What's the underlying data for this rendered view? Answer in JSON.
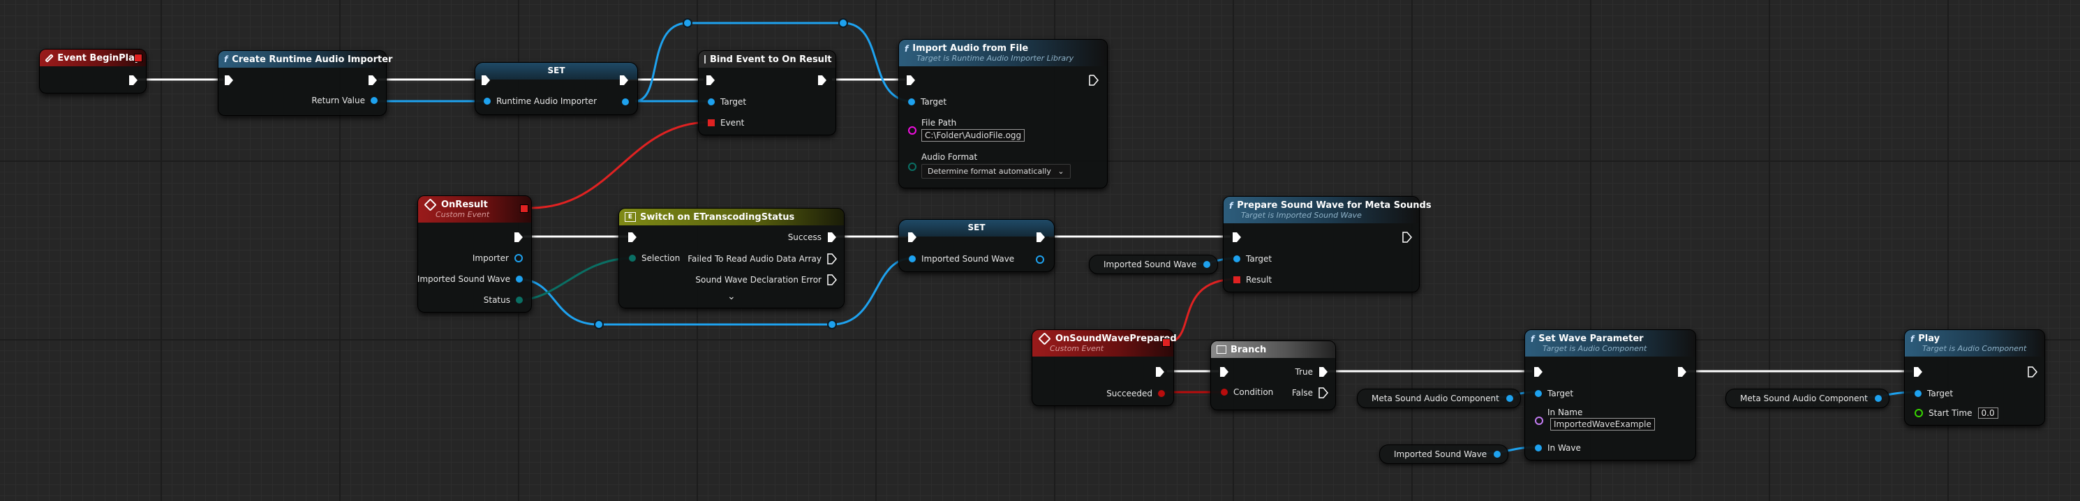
{
  "colors": {
    "object_pin": "#1ea2ef",
    "bool_pin": "#b80d0d",
    "byte_pin": "#0a6f64",
    "string_pin": "#f10ee0",
    "name_pin": "#c27cf2",
    "float_pin": "#38d500",
    "wire_exec": "#ffffff"
  },
  "nodes": {
    "event_begin_play": {
      "title": "Event BeginPlay"
    },
    "create_importer": {
      "title": "Create Runtime Audio Importer",
      "out_return": "Return Value"
    },
    "set_importer": {
      "title": "SET",
      "in_value": "Runtime Audio Importer"
    },
    "bind_event": {
      "title": "Bind Event to On Result",
      "target": "Target",
      "event": "Event"
    },
    "import_audio": {
      "title": "Import Audio from File",
      "subtitle": "Target is Runtime Audio Importer Library",
      "target": "Target",
      "file_path_label": "File Path",
      "file_path_value": "C:\\Folder\\AudioFile.ogg",
      "audio_format_label": "Audio Format",
      "audio_format_value": "Determine format automatically"
    },
    "on_result": {
      "title": "OnResult",
      "subtitle": "Custom Event",
      "importer": "Importer",
      "imported_sound_wave": "Imported Sound Wave",
      "status": "Status"
    },
    "switch": {
      "title": "Switch on ETranscodingStatus",
      "selection": "Selection",
      "success": "Success",
      "failed": "Failed To Read Audio Data Array",
      "declaration_error": "Sound Wave Declaration Error"
    },
    "set_wave": {
      "title": "SET",
      "in_value": "Imported Sound Wave"
    },
    "prepare_wave": {
      "title": "Prepare Sound Wave for Meta Sounds",
      "subtitle": "Target is Imported Sound Wave",
      "target": "Target",
      "result": "Result"
    },
    "get_wave_1": {
      "label": "Imported Sound Wave"
    },
    "on_wave_prepared": {
      "title": "OnSoundWavePrepared",
      "subtitle": "Custom Event",
      "succeeded": "Succeeded"
    },
    "branch": {
      "title": "Branch",
      "condition": "Condition",
      "true": "True",
      "false": "False"
    },
    "set_wave_param": {
      "title": "Set Wave Parameter",
      "subtitle": "Target is Audio Component",
      "target": "Target",
      "in_name_label": "In Name",
      "in_name_value": "ImportedWaveExample",
      "in_wave": "In Wave"
    },
    "get_meta_1": {
      "label": "Meta Sound Audio Component"
    },
    "get_wave_2": {
      "label": "Imported Sound Wave"
    },
    "play": {
      "title": "Play",
      "subtitle": "Target is Audio Component",
      "target": "Target",
      "start_time_label": "Start Time",
      "start_time_value": "0.0"
    },
    "get_meta_2": {
      "label": "Meta Sound Audio Component"
    }
  }
}
